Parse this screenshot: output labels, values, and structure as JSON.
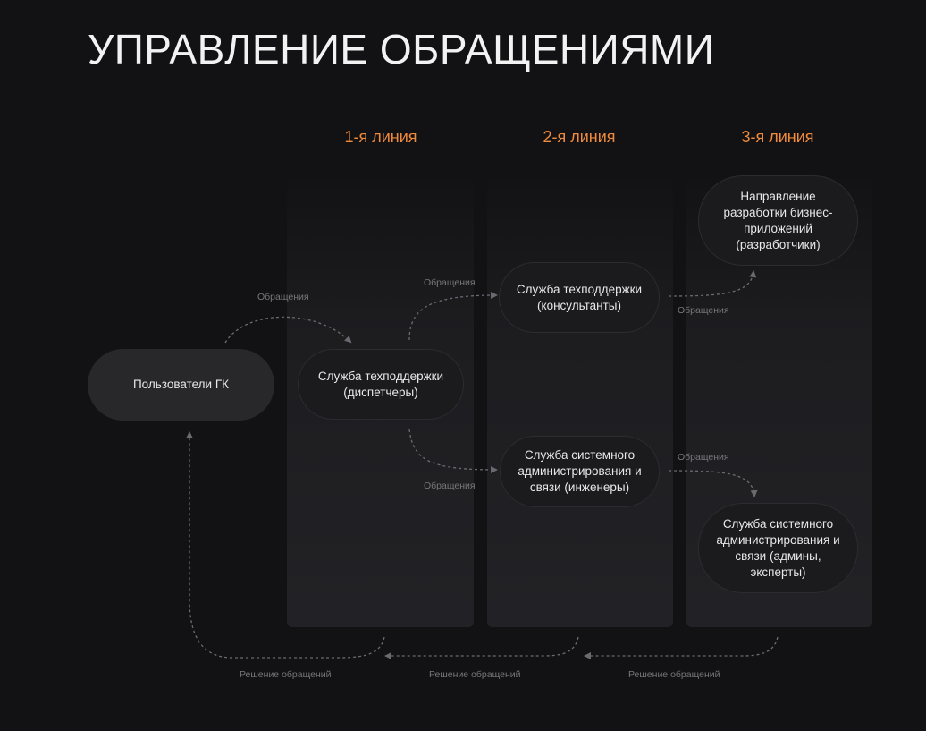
{
  "title": "УПРАВЛЕНИЕ ОБРАЩЕНИЯМИ",
  "columns": [
    {
      "label": "1-я линия"
    },
    {
      "label": "2-я линия"
    },
    {
      "label": "3-я линия"
    }
  ],
  "nodes": {
    "users": "Пользователи ГК",
    "dispatchers": "Служба техподдержки (диспетчеры)",
    "consultants": "Служба техподдержки (консультанты)",
    "engineers": "Служба системного администрирования и связи (инженеры)",
    "developers": "Направление разработки бизнес-приложений (разработчики)",
    "admins": "Служба системного администрирования и связи (админы, эксперты)"
  },
  "edge_labels": {
    "users_to_dispatchers": "Обращения",
    "dispatchers_to_consultants": "Обращения",
    "dispatchers_to_engineers": "Обращения",
    "consultants_to_developers": "Обращения",
    "engineers_to_admins": "Обращения",
    "resolution_1": "Решение обращений",
    "resolution_2": "Решение обращений",
    "resolution_3": "Решение обращений"
  },
  "colors": {
    "background": "#121214",
    "accent": "#f08a3c",
    "arrow": "#6a6a70"
  }
}
